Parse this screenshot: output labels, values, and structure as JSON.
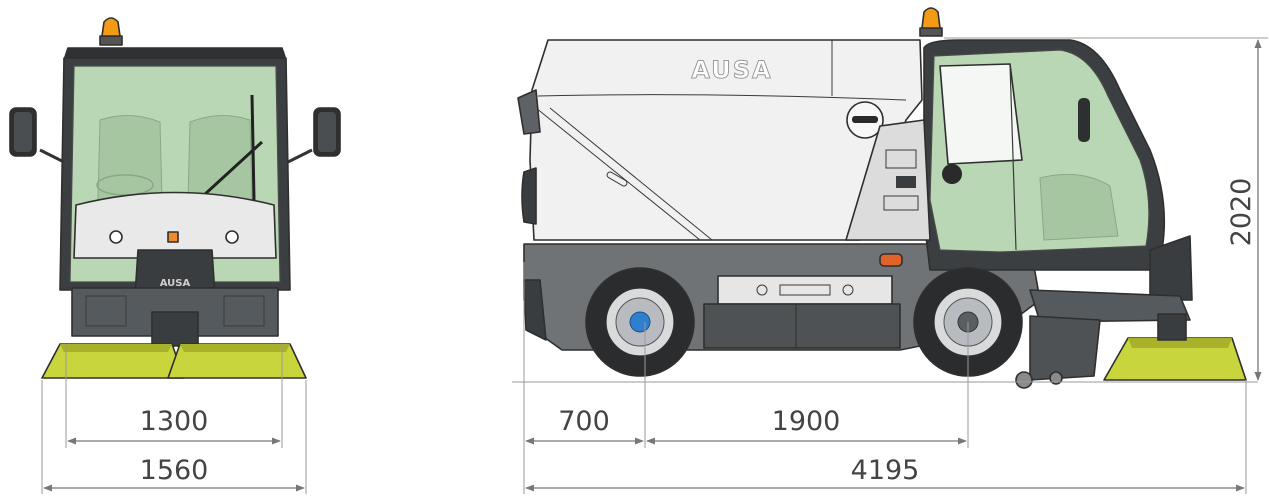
{
  "brand": "AUSA",
  "dimensions": {
    "front_inner_width": "1300",
    "front_total_width": "1560",
    "front_overhang": "700",
    "wheelbase": "1900",
    "overall_length": "4195",
    "overall_height": "2020"
  },
  "icons": {
    "beacon": "amber-beacon-icon",
    "mirror": "side-mirror-icon",
    "brush": "side-brush-icon",
    "wheel": "wheel-icon"
  },
  "colors": {
    "cab_glass": "#b9d7b4",
    "brush": "#c9d53c",
    "brush_dark": "#a7b22a",
    "beacon": "#f39a16",
    "body_white": "#f1f1f1",
    "body_grey": "#6f7376",
    "chassis_dark": "#3a3d40",
    "dimension_line": "#777777"
  }
}
